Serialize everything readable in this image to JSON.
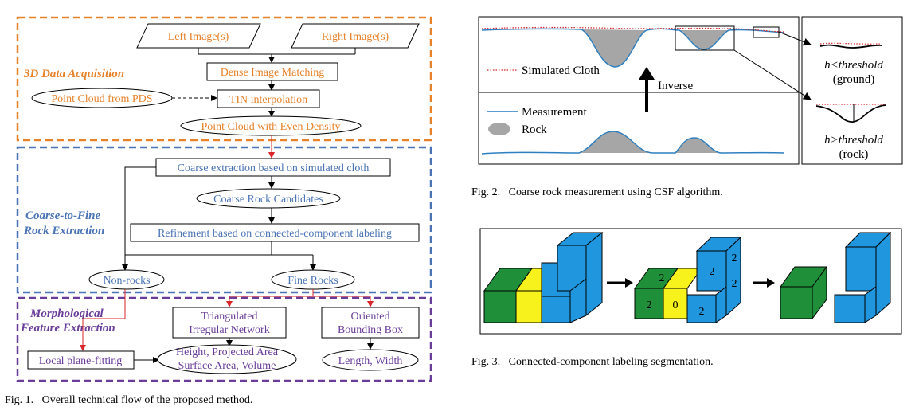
{
  "fig1": {
    "sections": {
      "acquisition": "3D Data Acquisition",
      "coarse_line1": "Coarse-to-Fine",
      "coarse_line2": "Rock Extraction",
      "morph_line1": "Morphological",
      "morph_line2": "Feature Extraction"
    },
    "nodes": {
      "left_image": "Left Image(s)",
      "right_image": "Right Image(s)",
      "dense_matching": "Dense Image Matching",
      "pds_cloud": "Point Cloud from PDS",
      "tin_interp": "TIN interpolation",
      "even_density": "Point Cloud with Even Density",
      "coarse_extraction": "Coarse extraction based on simulated cloth",
      "coarse_candidates": "Coarse Rock Candidates",
      "refinement": "Refinement based on connected-component labeling",
      "non_rocks": "Non-rocks",
      "fine_rocks": "Fine Rocks",
      "tin_line1": "Triangulated",
      "tin_line2": "Irregular Network",
      "obb_line1": "Oriented",
      "obb_line2": "Bounding Box",
      "plane_fitting": "Local plane-fitting",
      "height_line1": "Height, Projected Area",
      "height_line2": "Surface Area, Volume",
      "length_width": "Length, Width"
    },
    "caption": "Fig. 1.   Overall technical flow of the proposed method."
  },
  "fig2": {
    "legend_cloth": "Simulated Cloth",
    "inverse": "Inverse",
    "legend_measurement": "Measurement",
    "legend_rock": "Rock",
    "ground_line1": "h<threshold",
    "ground_line2": "(ground)",
    "rock_line1": "h>threshold",
    "rock_line2": "(rock)",
    "caption": "Fig. 2.   Coarse rock measurement using CSF algorithm."
  },
  "fig3": {
    "labels": {
      "top": "2",
      "left": "2",
      "middle": "0",
      "front": "2",
      "tower_upper": "2",
      "tower_side_a": "2",
      "tower_side_b": "2"
    },
    "caption": "Fig. 3.   Connected-component labeling segmentation."
  },
  "colors": {
    "orange": "#e8822a",
    "blue": "#4a74b6",
    "purple": "#6a3d9a",
    "red_arrow": "#d9262a",
    "rock_gray": "#a6a6a6",
    "cube_green": "#1f8f3a",
    "cube_yellow": "#f7f21c",
    "cube_blue": "#1f96dd"
  }
}
